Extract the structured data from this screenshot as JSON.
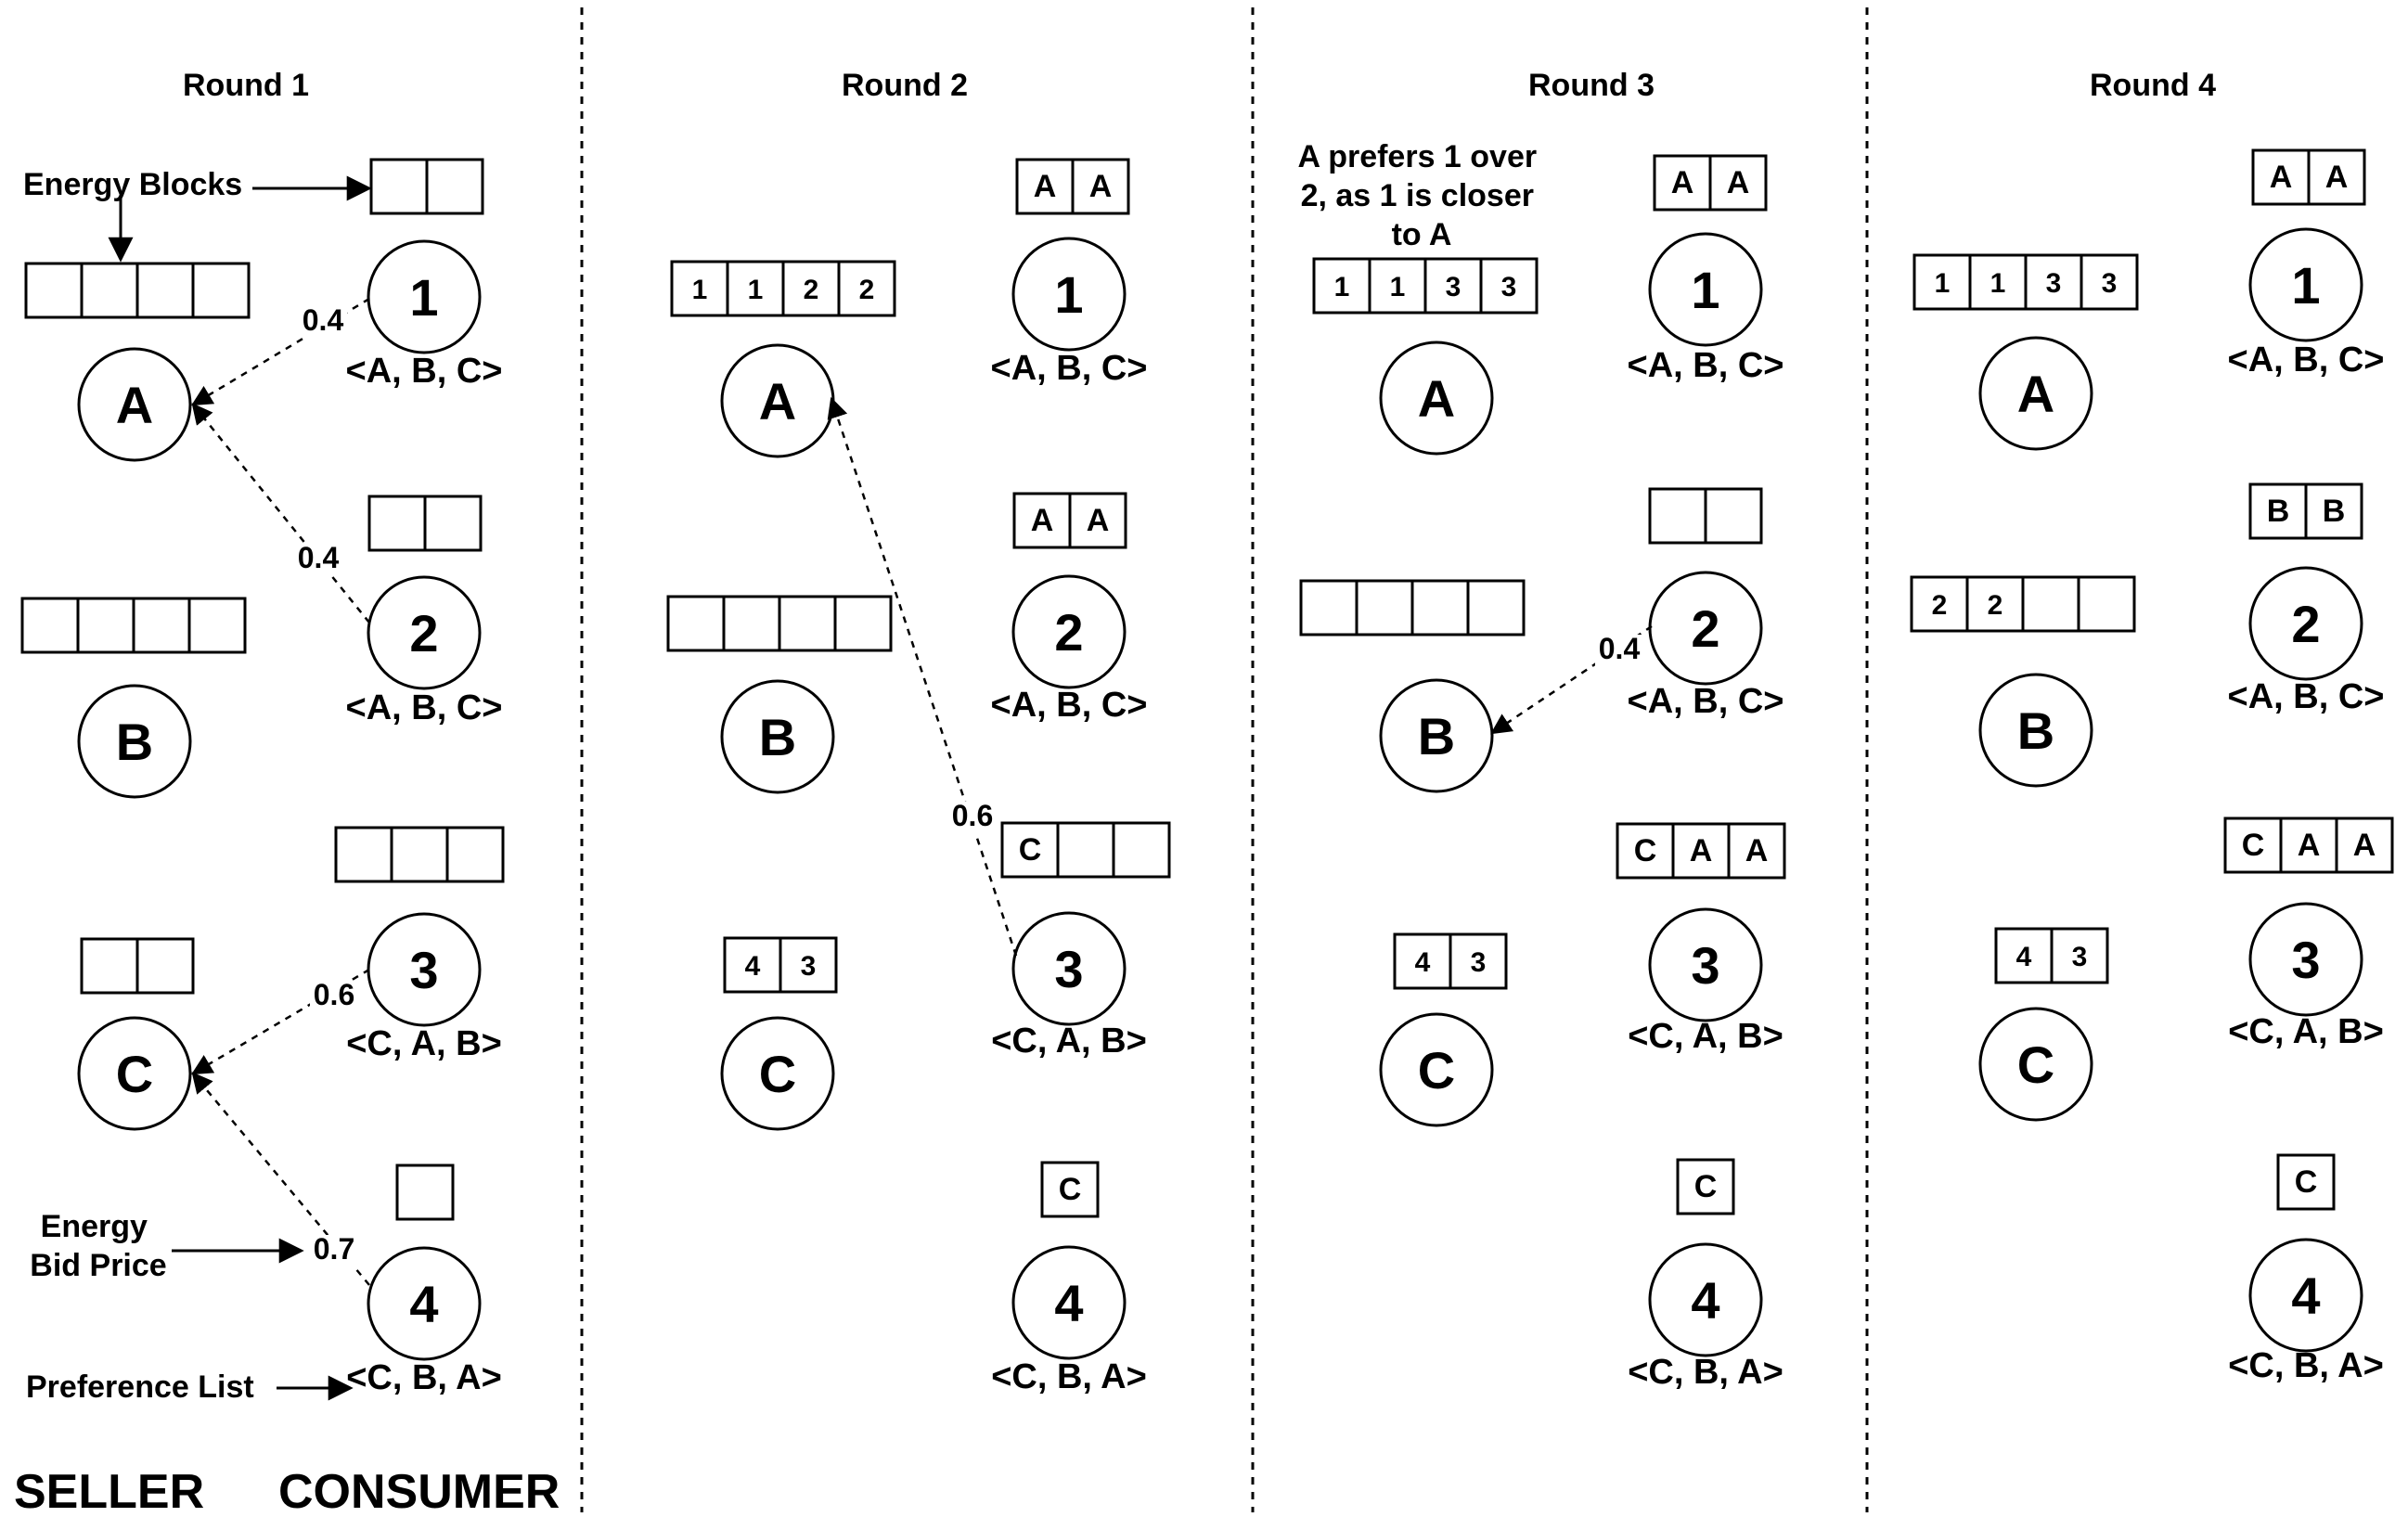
{
  "rounds": [
    {
      "title": "Round 1",
      "sellers": [
        {
          "id": "A",
          "blocks": [
            "",
            "",
            "",
            ""
          ]
        },
        {
          "id": "B",
          "blocks": [
            "",
            "",
            "",
            ""
          ]
        },
        {
          "id": "C",
          "blocks": [
            "",
            ""
          ]
        }
      ],
      "consumers": [
        {
          "id": "1",
          "blocks": [
            "",
            ""
          ],
          "pref": "<A, B, C>"
        },
        {
          "id": "2",
          "blocks": [
            "",
            ""
          ],
          "pref": "<A, B, C>"
        },
        {
          "id": "3",
          "blocks": [
            "",
            "",
            ""
          ],
          "pref": "<C, A, B>"
        },
        {
          "id": "4",
          "blocks": [
            ""
          ],
          "pref": "<C, B, A>"
        }
      ],
      "bids": [
        {
          "from": "1",
          "to": "A",
          "price": "0.4"
        },
        {
          "from": "2",
          "to": "A",
          "price": "0.4"
        },
        {
          "from": "3",
          "to": "C",
          "price": "0.6"
        },
        {
          "from": "4",
          "to": "C",
          "price": "0.7"
        }
      ]
    },
    {
      "title": "Round 2",
      "sellers": [
        {
          "id": "A",
          "blocks": [
            "1",
            "1",
            "2",
            "2"
          ]
        },
        {
          "id": "B",
          "blocks": [
            "",
            "",
            "",
            ""
          ]
        },
        {
          "id": "C",
          "blocks": [
            "4",
            "3"
          ]
        }
      ],
      "consumers": [
        {
          "id": "1",
          "blocks": [
            "A",
            "A"
          ],
          "pref": "<A, B, C>"
        },
        {
          "id": "2",
          "blocks": [
            "A",
            "A"
          ],
          "pref": "<A, B, C>"
        },
        {
          "id": "3",
          "blocks": [
            "C",
            "",
            ""
          ],
          "pref": "<C, A, B>"
        },
        {
          "id": "4",
          "blocks": [
            "C"
          ],
          "pref": "<C, B, A>"
        }
      ],
      "bids": [
        {
          "from": "3",
          "to": "A",
          "price": "0.6"
        }
      ]
    },
    {
      "title": "Round 3",
      "note": [
        "A prefers 1 over",
        "2, as 1 is closer",
        "to A"
      ],
      "sellers": [
        {
          "id": "A",
          "blocks": [
            "1",
            "1",
            "3",
            "3"
          ]
        },
        {
          "id": "B",
          "blocks": [
            "",
            "",
            "",
            ""
          ]
        },
        {
          "id": "C",
          "blocks": [
            "4",
            "3"
          ]
        }
      ],
      "consumers": [
        {
          "id": "1",
          "blocks": [
            "A",
            "A"
          ],
          "pref": "<A, B, C>"
        },
        {
          "id": "2",
          "blocks": [
            "",
            ""
          ],
          "pref": "<A, B, C>"
        },
        {
          "id": "3",
          "blocks": [
            "C",
            "A",
            "A"
          ],
          "pref": "<C, A, B>"
        },
        {
          "id": "4",
          "blocks": [
            "C"
          ],
          "pref": "<C, B, A>"
        }
      ],
      "bids": [
        {
          "from": "2",
          "to": "B",
          "price": "0.4"
        }
      ]
    },
    {
      "title": "Round 4",
      "sellers": [
        {
          "id": "A",
          "blocks": [
            "1",
            "1",
            "3",
            "3"
          ]
        },
        {
          "id": "B",
          "blocks": [
            "2",
            "2",
            "",
            ""
          ]
        },
        {
          "id": "C",
          "blocks": [
            "4",
            "3"
          ]
        }
      ],
      "consumers": [
        {
          "id": "1",
          "blocks": [
            "A",
            "A"
          ],
          "pref": "<A, B, C>"
        },
        {
          "id": "2",
          "blocks": [
            "B",
            "B"
          ],
          "pref": "<A, B, C>"
        },
        {
          "id": "3",
          "blocks": [
            "C",
            "A",
            "A"
          ],
          "pref": "<C, A, B>"
        },
        {
          "id": "4",
          "blocks": [
            "C"
          ],
          "pref": "<C, B, A>"
        }
      ],
      "bids": []
    }
  ],
  "annotations": {
    "energy_blocks": "Energy Blocks",
    "energy_bid_price": [
      "Energy",
      "Bid Price"
    ],
    "preference_list": "Preference List"
  },
  "footer": {
    "seller": "SELLER",
    "consumer": "CONSUMER"
  }
}
